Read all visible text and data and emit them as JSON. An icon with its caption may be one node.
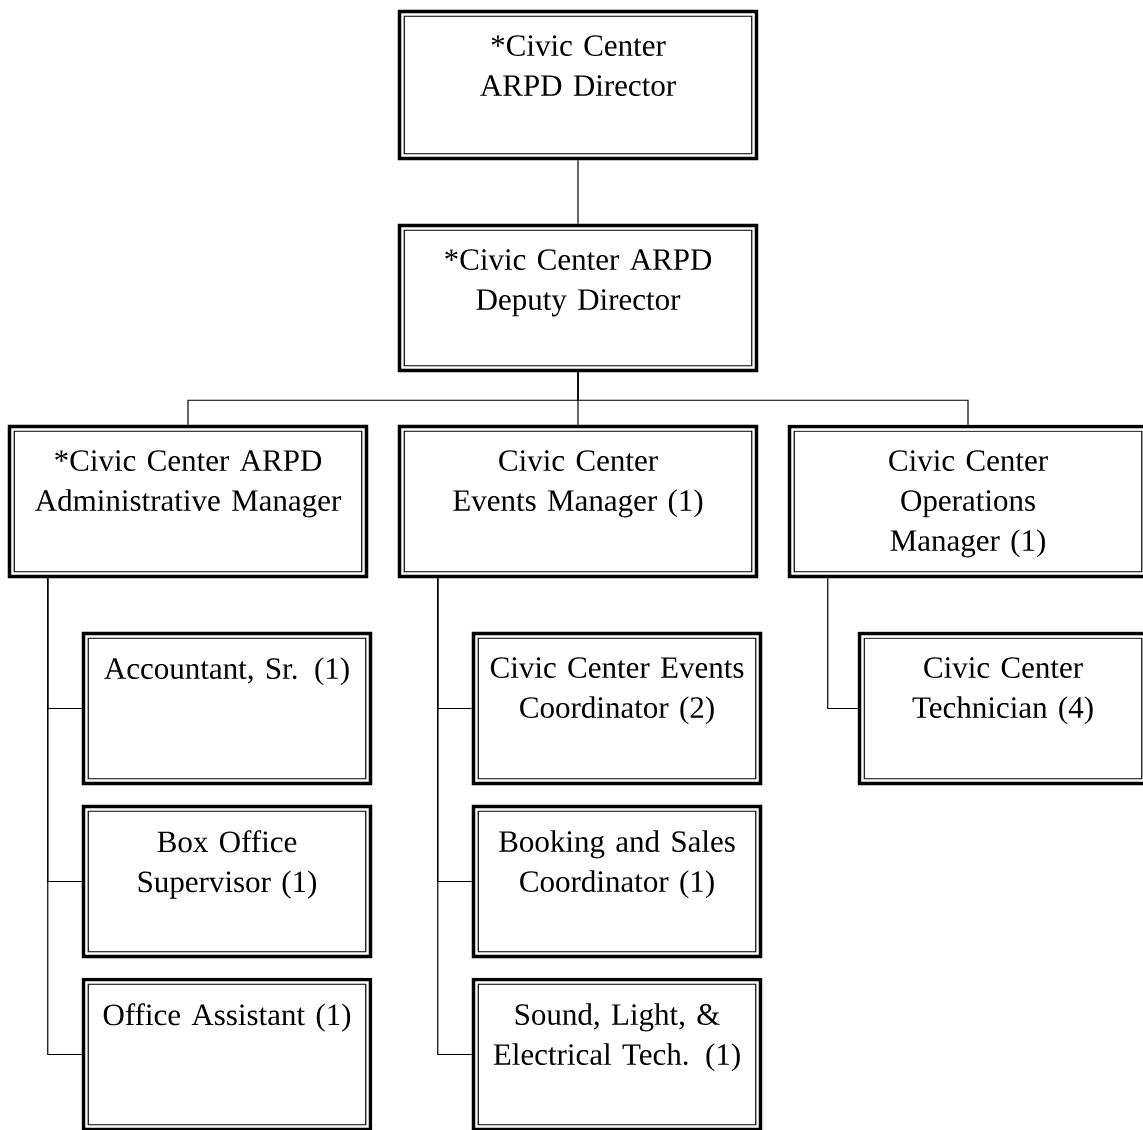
{
  "diagram": {
    "nodes": [
      {
        "text": [
          "*Civic Center ARPD Director"
        ]
      },
      {
        "text": [
          "*Civic Center ARPD Deputy Director"
        ]
      },
      {
        "text": [
          "*Civic Center ARPD Administrative Manager"
        ]
      },
      {
        "text": [
          "Civic Center Events Manager (1)"
        ]
      },
      {
        "text": [
          "Civic Center Operations Manager (1)"
        ]
      },
      {
        "text": [
          "Accountant, Sr. (1)"
        ]
      },
      {
        "text": [
          "Box Office Supervisor (1)"
        ]
      },
      {
        "text": [
          "Office Assistant (1)"
        ]
      },
      {
        "text": [
          "Civic Center Events Coordinator (2)"
        ]
      },
      {
        "text": [
          "Booking and Sales Coordinator (1)"
        ]
      },
      {
        "text": [
          "Sound, Light, & Electrical Tech. (1)"
        ]
      },
      {
        "text": [
          "Civic Center Technician (4)"
        ]
      }
    ],
    "edges": [
      {
        "from": 0,
        "to": 1,
        "arrow": "none"
      },
      {
        "from": 1,
        "to": 2,
        "arrow": "none"
      },
      {
        "from": 1,
        "to": 3,
        "arrow": "none"
      },
      {
        "from": 1,
        "to": 4,
        "arrow": "none"
      },
      {
        "from": 2,
        "to": 5,
        "arrow": "none"
      },
      {
        "from": 2,
        "to": 6,
        "arrow": "none"
      },
      {
        "from": 2,
        "to": 7,
        "arrow": "none"
      },
      {
        "from": 3,
        "to": 8,
        "arrow": "none"
      },
      {
        "from": 3,
        "to": 9,
        "arrow": "none"
      },
      {
        "from": 3,
        "to": 10,
        "arrow": "none"
      },
      {
        "from": 4,
        "to": 11,
        "arrow": "none"
      }
    ]
  }
}
